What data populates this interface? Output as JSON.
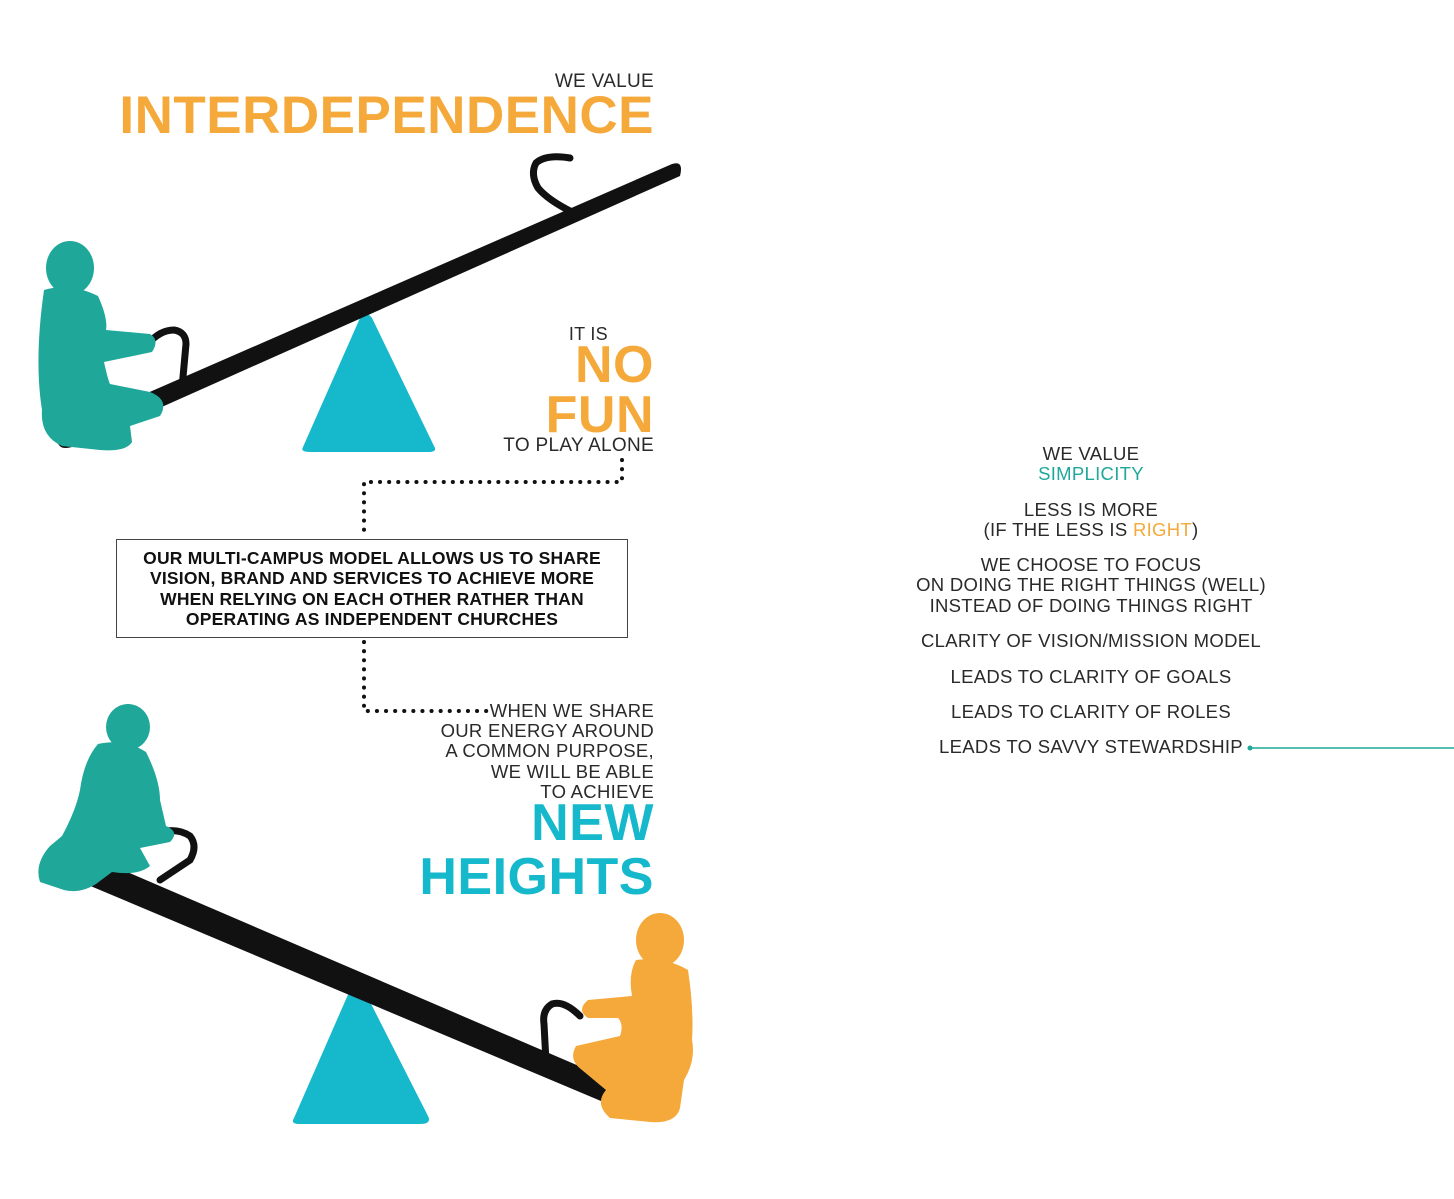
{
  "colors": {
    "teal_figure": "#1fa89a",
    "cyan_fulcrum": "#16b8cc",
    "orange_accent": "#f5a93a",
    "plank": "#111111"
  },
  "left_page": {
    "value_intro": "WE VALUE",
    "value_name": "INTERDEPENDENCE",
    "it_is": "IT IS",
    "no": "NO",
    "fun": "FUN",
    "play_alone": "TO PLAY ALONE",
    "callout": [
      "OUR MULTI-CAMPUS MODEL ALLOWS US TO SHARE",
      "VISION, BRAND AND SERVICES TO ACHIEVE MORE",
      "WHEN RELYING ON EACH OTHER RATHER THAN",
      "OPERATING AS INDEPENDENT CHURCHES"
    ],
    "share_lines": [
      "WHEN WE SHARE",
      "OUR ENERGY AROUND",
      "A COMMON PURPOSE,",
      "WE WILL BE ABLE",
      "TO ACHIEVE"
    ],
    "new": "NEW",
    "heights": "HEIGHTS"
  },
  "right_page": {
    "value_intro": "WE VALUE",
    "value_name": "SIMPLICITY",
    "less_is_more": "LESS IS MORE",
    "if_prefix": "(IF THE LESS IS ",
    "if_right": "RIGHT",
    "if_suffix": ")",
    "focus_lines": [
      "WE CHOOSE TO FOCUS",
      "ON DOING THE RIGHT THINGS (WELL)",
      "INSTEAD OF DOING THINGS RIGHT"
    ],
    "clarity_model": "CLARITY OF VISION/MISSION MODEL",
    "clarity_goals": "LEADS TO CLARITY OF GOALS",
    "clarity_roles": "LEADS TO CLARITY OF ROLES",
    "stewardship": "LEADS TO SAVVY STEWARDSHIP"
  }
}
